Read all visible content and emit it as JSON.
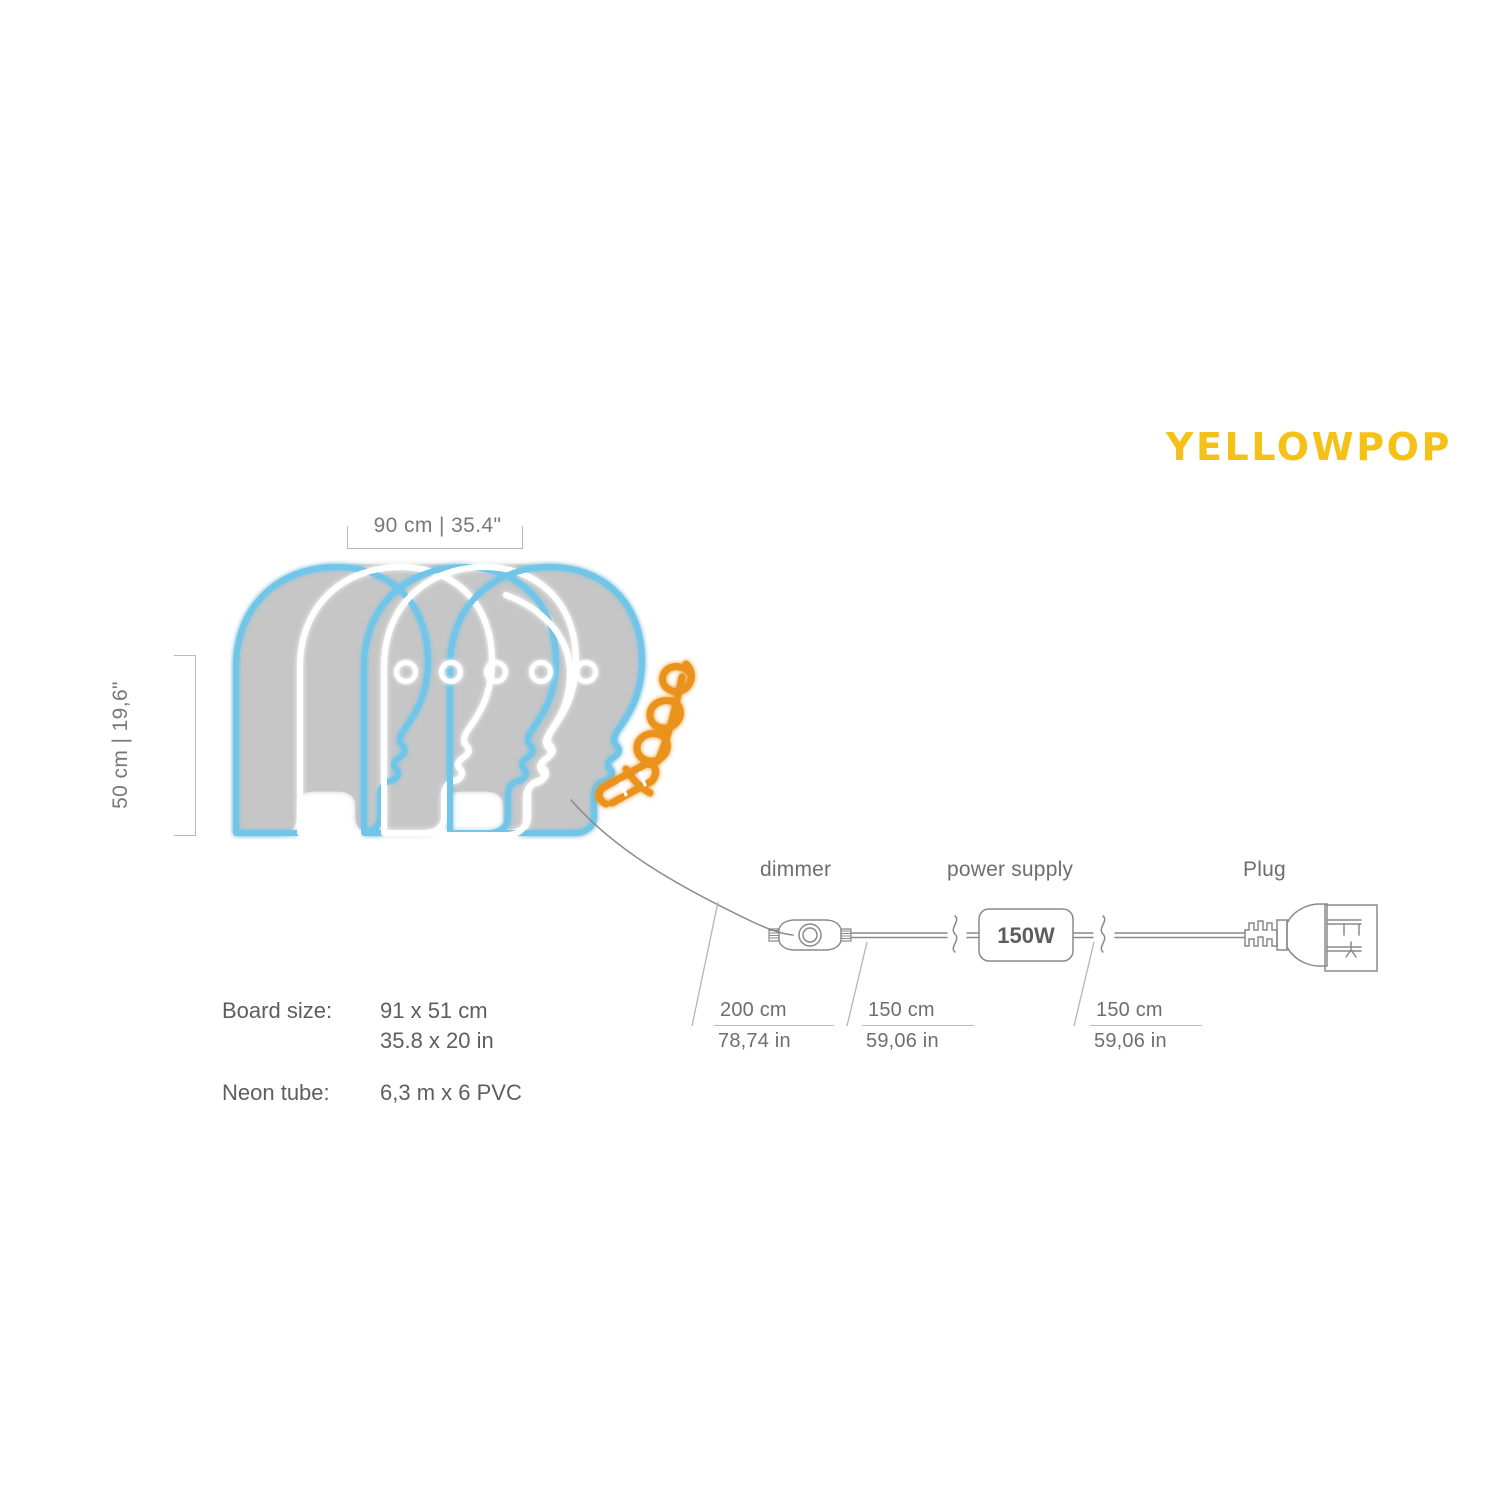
{
  "brand": {
    "name": "YELLOWPOP",
    "color": "#F5C117"
  },
  "dimensions": {
    "width_label": "90 cm  |  35.4\"",
    "height_label": "50 cm | 19,6\""
  },
  "artwork": {
    "name": "five-face-profiles-neon-sign",
    "neon_blue": "#6FC5E8",
    "neon_white": "#FFFFFF",
    "board_fill": "#C6C6C6",
    "accent_orange": "#E9921F",
    "face_count": 5,
    "eye_count": 5
  },
  "cable": {
    "components": [
      {
        "key": "dimmer",
        "label": "dimmer"
      },
      {
        "key": "power-supply",
        "label": "power supply"
      },
      {
        "key": "plug",
        "label": "Plug"
      }
    ],
    "power_supply_rating": "150W",
    "measurements": [
      {
        "key": "sign-to-dimmer",
        "cm": "200 cm",
        "in": "78,74 in"
      },
      {
        "key": "dimmer-to-supply",
        "cm": "150 cm",
        "in": "59,06 in"
      },
      {
        "key": "supply-to-plug",
        "cm": "150 cm",
        "in": "59,06 in"
      }
    ]
  },
  "specs": {
    "board_size_key": "Board size:",
    "board_size_cm": "91 x 51 cm",
    "board_size_in": "35.8 x 20 in",
    "neon_tube_key": "Neon tube:",
    "neon_tube_value": "6,3 m x 6 PVC"
  }
}
